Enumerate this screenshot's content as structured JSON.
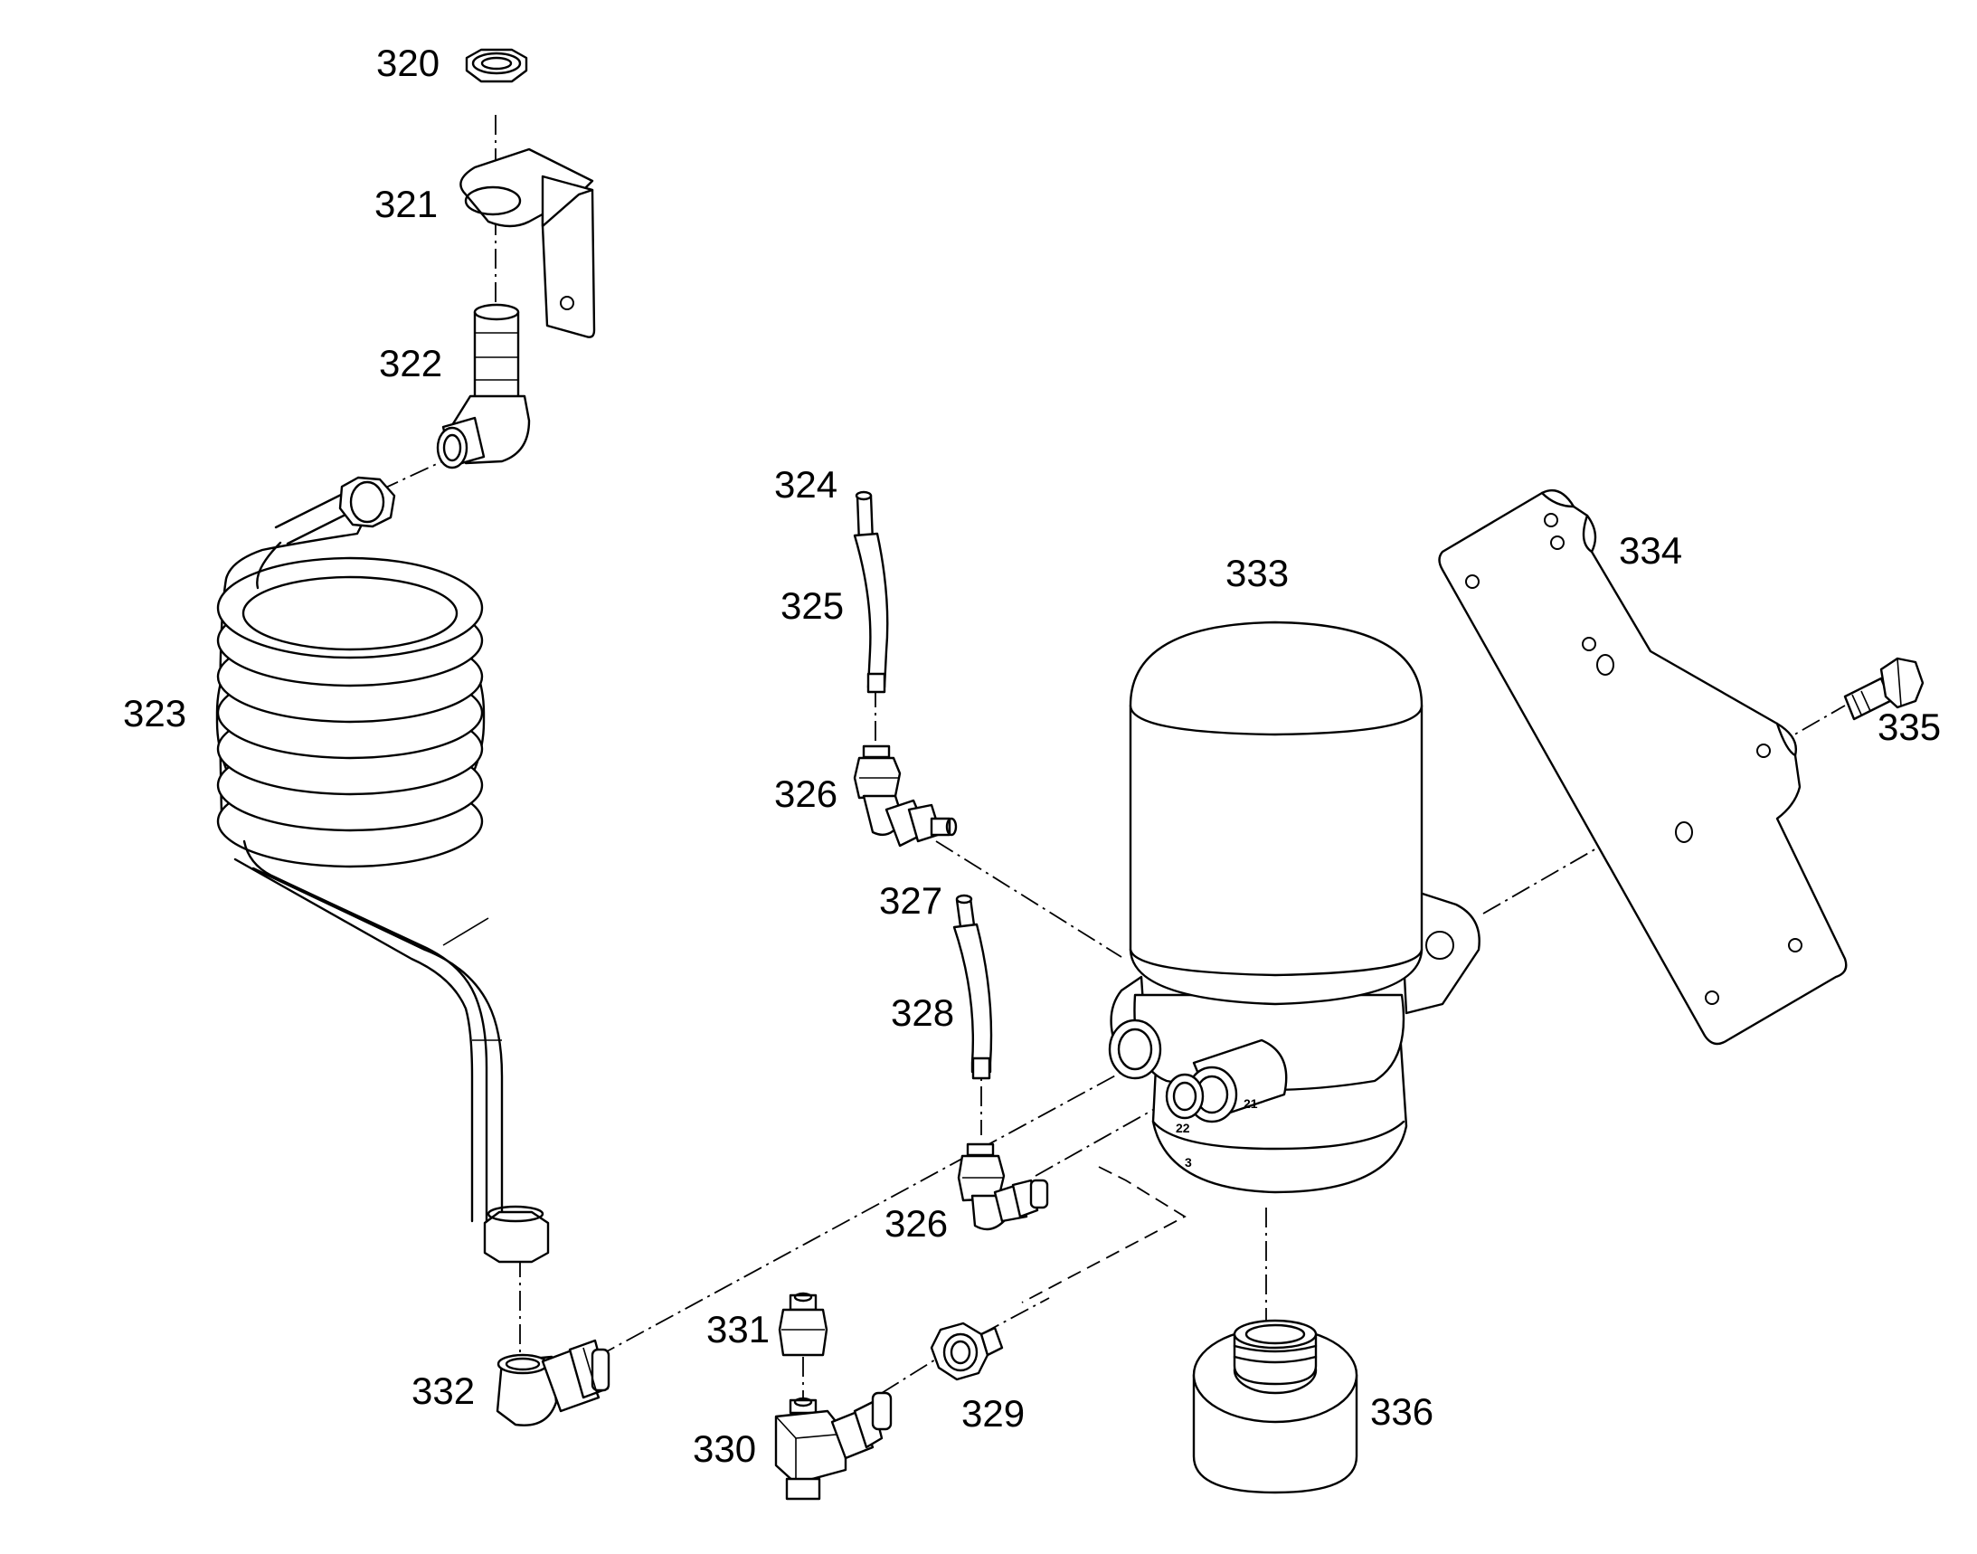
{
  "diagram": {
    "callouts": [
      {
        "id": "320",
        "label": "320"
      },
      {
        "id": "321",
        "label": "321"
      },
      {
        "id": "322",
        "label": "322"
      },
      {
        "id": "323",
        "label": "323"
      },
      {
        "id": "324",
        "label": "324"
      },
      {
        "id": "325",
        "label": "325"
      },
      {
        "id": "326a",
        "label": "326"
      },
      {
        "id": "327",
        "label": "327"
      },
      {
        "id": "328",
        "label": "328"
      },
      {
        "id": "326b",
        "label": "326"
      },
      {
        "id": "329",
        "label": "329"
      },
      {
        "id": "330",
        "label": "330"
      },
      {
        "id": "331",
        "label": "331"
      },
      {
        "id": "332",
        "label": "332"
      },
      {
        "id": "333",
        "label": "333"
      },
      {
        "id": "334",
        "label": "334"
      },
      {
        "id": "335",
        "label": "335"
      },
      {
        "id": "336",
        "label": "336"
      }
    ],
    "port_marks": [
      "21",
      "22",
      "3"
    ]
  }
}
